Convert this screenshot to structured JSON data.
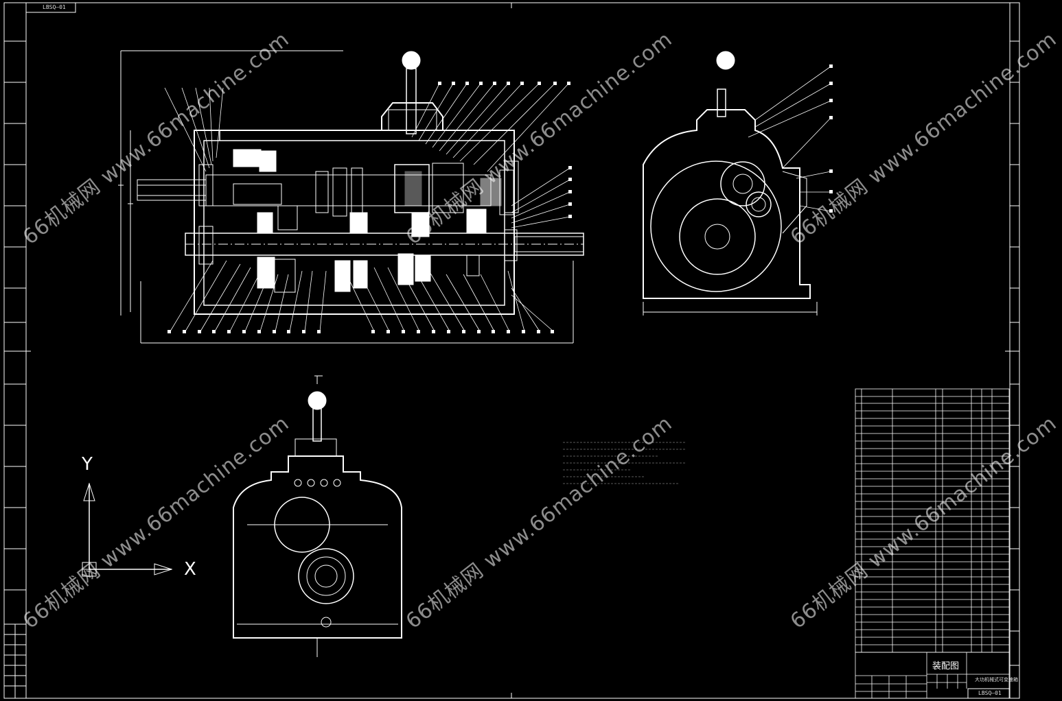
{
  "drawing": {
    "code_top": "LBSQ—01",
    "code_bottom": "LBSQ—01",
    "title_block": {
      "main_title": "装配图",
      "name": "大功机械式可变速箱"
    }
  },
  "axis_indicator": {
    "x_label": "X",
    "y_label": "Y"
  },
  "watermarks": [
    "66机械网 www.66machine.com",
    "66机械网 www.66machine.com",
    "66机械网 www.66machine.com",
    "66机械网 www.66machine.com",
    "66机械网 www.66machine.com",
    "66机械网 www.66machine.com"
  ],
  "colors": {
    "background": "#000000",
    "line": "#ffffff",
    "watermark": "#ffffff"
  }
}
